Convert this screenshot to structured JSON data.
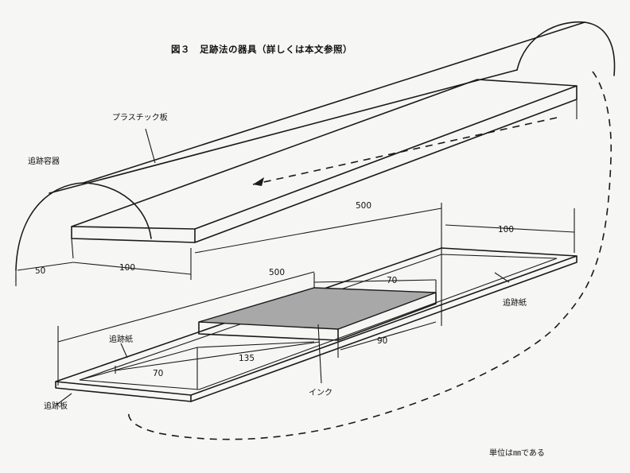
{
  "title": "図３　足跡法の器具（詳しくは本文参照）",
  "labels": {
    "plastic_plate": "プラスチック板",
    "container": "追跡容器",
    "paper_right": "追跡紙",
    "paper_left": "追跡紙",
    "ink": "インク",
    "board": "追跡板",
    "unit": "単位は㎜である"
  },
  "dimensions": {
    "d50": "50",
    "d100_bottom": "100",
    "d500_top": "500",
    "d100_right": "100",
    "d500_long": "500",
    "d70_ink": "70",
    "d135": "135",
    "d70_paper": "70",
    "d90": "90"
  }
}
